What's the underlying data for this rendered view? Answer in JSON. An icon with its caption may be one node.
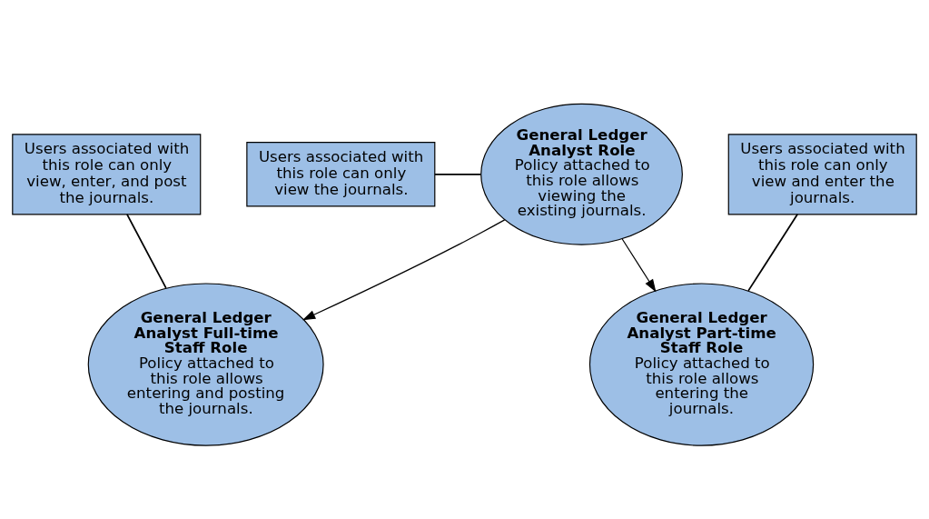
{
  "diagram": {
    "nodes": [
      {
        "text": [
          "General Ledger Analyst Role",
          "Policy attached to this role allows viewing the existing journals."
        ]
      },
      {
        "text": [
          "Users associated with this role can only view the journals."
        ]
      },
      {
        "text": [
          "Users associated with this role can only view, enter, and post the journals."
        ]
      },
      {
        "text": [
          "General Ledger Analyst Full-time Staff Role",
          "Policy attached to this role allows entering and posting the journals."
        ]
      },
      {
        "text": [
          "General Ledger Analyst Part-time Staff Role",
          "Policy attached to this role allows entering the journals."
        ]
      },
      {
        "text": [
          "Users associated with this role can only view and enter the journals."
        ]
      }
    ],
    "edges": [
      {
        "from": 0,
        "to": 3,
        "arrow": "to"
      },
      {
        "from": 0,
        "to": 4,
        "arrow": "to"
      },
      {
        "from": 1,
        "to": 0,
        "arrow": "none"
      },
      {
        "from": 2,
        "to": 3,
        "arrow": "none"
      },
      {
        "from": 5,
        "to": 4,
        "arrow": "none"
      }
    ]
  }
}
